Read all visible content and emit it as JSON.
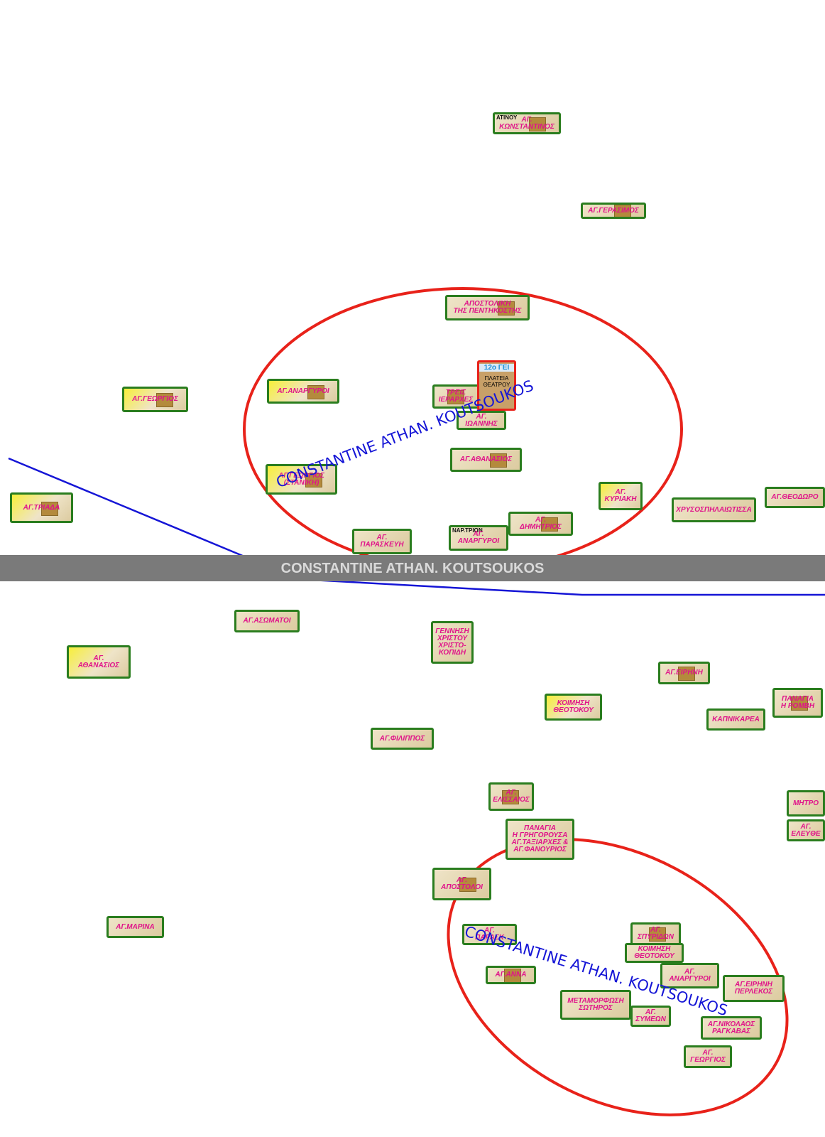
{
  "watermark": {
    "banner_text": "CONSTANTINE ATHAN. KOUTSOUKOS",
    "overlay_text_1": "CONSTANTINE ATHAN. KOUTSOUKOS",
    "overlay_text_2": "CONSTANTINE ATHAN. KOUTSOUKOS"
  },
  "colors": {
    "label": "#e0148a",
    "box_border": "#2a7d1e",
    "circle": "#e8221a",
    "route": "#1515d6",
    "banner": "#7a7a7a"
  },
  "theatre": {
    "number": "12ο ΓΕΙ",
    "square": "ΠΛΑΤΕΙΑ\nΘΕΑΤΡΟΥ"
  },
  "churches": [
    {
      "label": "ΑΓ.\nΚΩΝΣΤΑΝΤΙΝΟΣ",
      "street": "ΑΤΙΝΟΥ"
    },
    {
      "label": "ΑΓ.ΓΕΡΑΣΙΜΟΣ"
    },
    {
      "label": "ΑΠΟΣΤΟΛΙΚΗ\nΤΗΣ ΠΕΝΤΗΚΟΣΤΗΣ"
    },
    {
      "label": "ΑΓ.ΓΕΩΡΓΙΟΣ"
    },
    {
      "label": "ΑΓ.ΑΝΑΡΓΥΡΟΙ"
    },
    {
      "label": "ΤΡΕΙΣ\nΙΕΡΑΡΧΕΣ"
    },
    {
      "label": "ΑΓ.\nΙΩΑΝΝΗΣ"
    },
    {
      "label": "ΑΓ.ΑΘΑΝΑΣΙΟΣ"
    },
    {
      "label": "ΑΓ.ΓΕΩΡΓΙΟΣ\n(ΣΤΑΝΙΚΗ)"
    },
    {
      "label": "ΑΓ.ΤΡΙΑΔΑ"
    },
    {
      "label": "ΑΓ.\nΚΥΡΙΑΚΗ"
    },
    {
      "label": "ΧΡΥΣΟΣΠΗΛΑΙΩΤΙΣΣΑ"
    },
    {
      "label": "ΑΓ.ΘΕΟΔΩΡΟ"
    },
    {
      "label": "ΑΓ.\nΔΗΜΗΤΡΙΟΣ"
    },
    {
      "label": "ΑΓ.\nΑΝΑΡΓΥΡΟΙ",
      "street": "ΝΑΡ.ΤΡΙΩΝ"
    },
    {
      "label": "ΑΓ.\nΠΑΡΑΣΚΕΥΗ"
    },
    {
      "label": "ΑΓ.ΑΣΩΜΑΤΟΙ"
    },
    {
      "label": "ΓΕΝΝΗΣΗ\nΧΡΙΣΤΟΥ\nΧΡΙΣΤΟ-\nΚΟΠΙΔΗ"
    },
    {
      "label": "ΑΓ.\nΑΘΑΝΑΣΙΟΣ"
    },
    {
      "label": "ΑΓ.ΕΙΡΗΝΗ"
    },
    {
      "label": "ΚΟΙΜΗΣΗ\nΘΕΟΤΟΚΟΥ"
    },
    {
      "label": "ΠΑΝΑΓΙΑ\nΗ ΡΟΜΒΗ"
    },
    {
      "label": "ΚΑΠΝΙΚΑΡΕΑ"
    },
    {
      "label": "ΑΓ.ΦΙΛΙΠΠΟΣ"
    },
    {
      "label": "ΑΓ.\nΕΛΙΣΣΑΙΟΣ"
    },
    {
      "label": "ΠΑΝΑΓΙΑ\nΗ ΓΡΗΓΟΡΟΥΣΑ\nΑΓ.ΤΑΞΙΑΡΧΕΣ &\nΑΓ.ΦΑΝΟΥΡΙΟΣ"
    },
    {
      "label": "ΜΗΤΡΟ"
    },
    {
      "label": "ΑΓ.\nΕΛΕΥΘΕ"
    },
    {
      "label": "ΑΓ.\nΑΠΟΣΤΟΛΟΙ"
    },
    {
      "label": "ΑΓ.ΜΑΡΙΝΑ"
    },
    {
      "label": "ΑΓ.\nΠΑΡΑΣΚ"
    },
    {
      "label": "ΑΓ.\nΣΠΥΡΙΔΩΝ"
    },
    {
      "label": "ΚΟΙΜΗΣΗ\nΘΕΟΤΟΚΟΥ"
    },
    {
      "label": "ΑΓ.ΑΝΝΑ"
    },
    {
      "label": "ΑΓ.\nΑΝΑΡΓΥΡΟΙ"
    },
    {
      "label": "ΑΓ.ΕΙΡΗΝΗ\nΠΕΡΛΕΚΟΣ"
    },
    {
      "label": "ΜΕΤΑΜΟΡΦΩΣΗ\nΣΩΤΗΡΟΣ"
    },
    {
      "label": "ΑΓ.\nΣΥΜΕΩΝ"
    },
    {
      "label": "ΑΓ.ΝΙΚΟΛΑΟΣ\nΡΑΓΚΑΒΑΣ"
    },
    {
      "label": "ΑΓ.\nΓΕΩΡΓΙΟΣ"
    }
  ]
}
